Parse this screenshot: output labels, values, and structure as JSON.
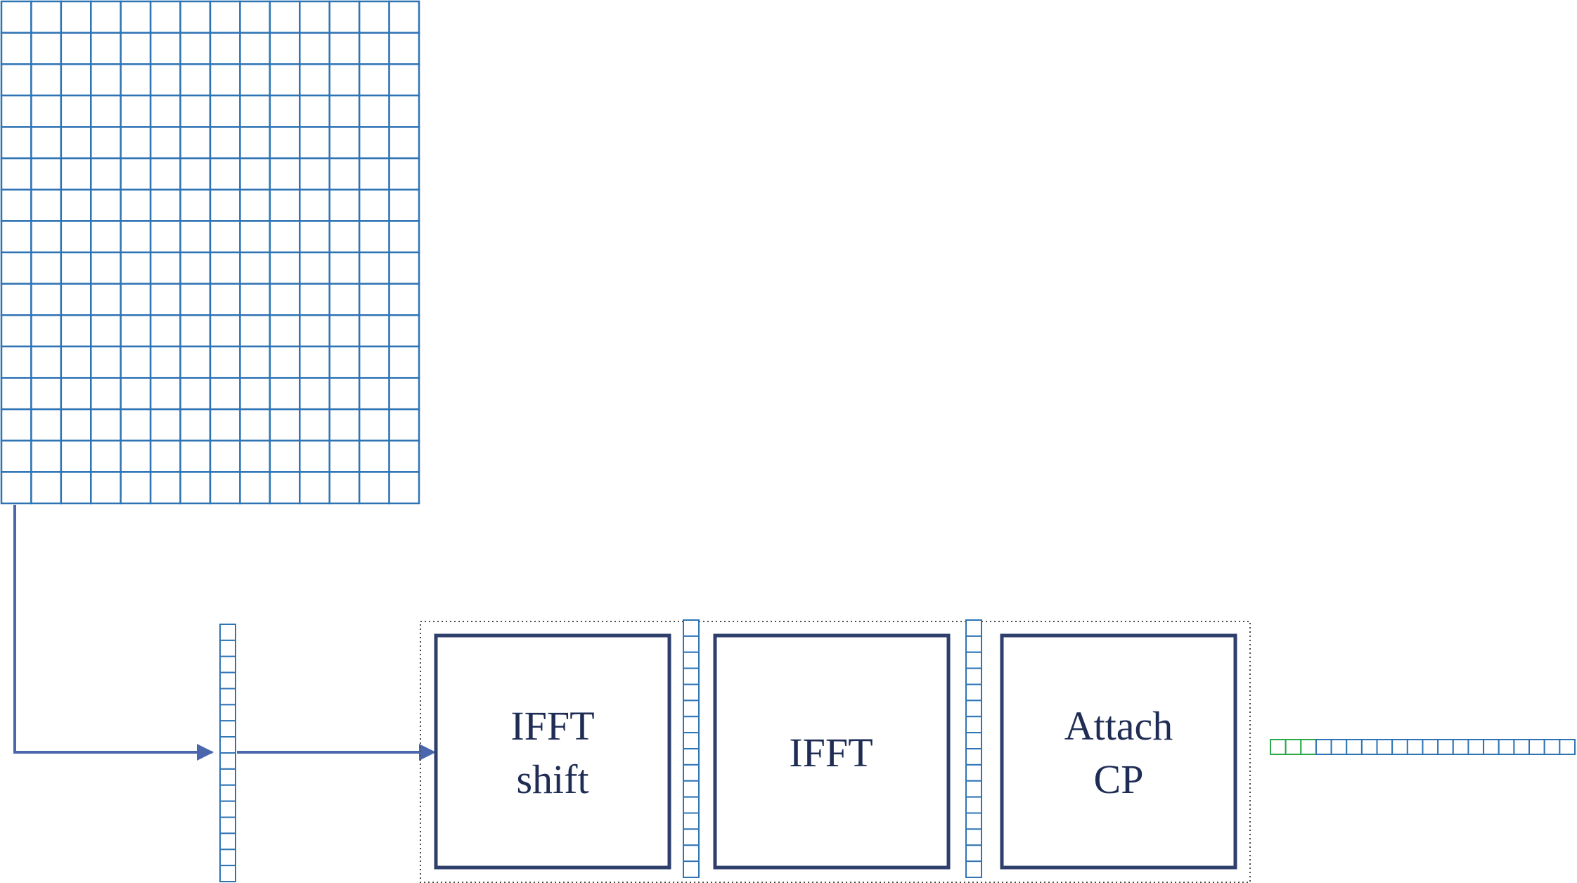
{
  "colors": {
    "grid": "#2e74b5",
    "arrow": "#4a66ad",
    "block_border": "#2f3f6b",
    "dotted_border": "#4b4b4b",
    "cp": "#2aa84a",
    "text": "#1f2d55"
  },
  "resource_grid": {
    "rows": 16,
    "cols": 14
  },
  "vectors": {
    "length": 16,
    "output_length": 20,
    "cp_length": 3
  },
  "blocks": [
    {
      "id": "ifft-shift",
      "line1": "IFFT",
      "line2": "shift"
    },
    {
      "id": "ifft",
      "line1": "IFFT",
      "line2": ""
    },
    {
      "id": "attach-cp",
      "line1": "Attach",
      "line2": "CP"
    }
  ]
}
